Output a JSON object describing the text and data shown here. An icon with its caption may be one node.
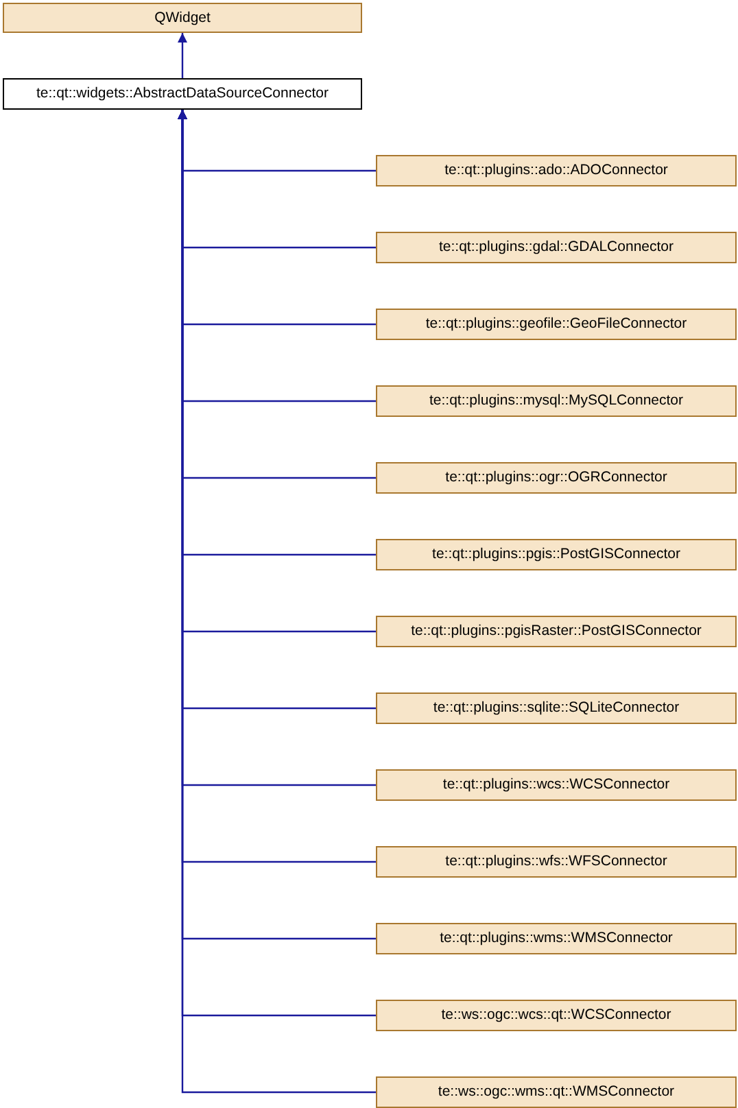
{
  "diagram": {
    "nodes": [
      {
        "text": [
          "QWidget"
        ]
      },
      {
        "text": [
          "te::qt::widgets::AbstractDataSourceConnector"
        ]
      },
      {
        "text": [
          "te::qt::plugins::ado::ADOConnector"
        ]
      },
      {
        "text": [
          "te::qt::plugins::gdal::GDALConnector"
        ]
      },
      {
        "text": [
          "te::qt::plugins::geofile::GeoFileConnector"
        ]
      },
      {
        "text": [
          "te::qt::plugins::mysql::MySQLConnector"
        ]
      },
      {
        "text": [
          "te::qt::plugins::ogr::OGRConnector"
        ]
      },
      {
        "text": [
          "te::qt::plugins::pgis::PostGISConnector"
        ]
      },
      {
        "text": [
          "te::qt::plugins::pgisRaster::PostGISConnector"
        ]
      },
      {
        "text": [
          "te::qt::plugins::sqlite::SQLiteConnector"
        ]
      },
      {
        "text": [
          "te::qt::plugins::wcs::WCSConnector"
        ]
      },
      {
        "text": [
          "te::qt::plugins::wfs::WFSConnector"
        ]
      },
      {
        "text": [
          "te::qt::plugins::wms::WMSConnector"
        ]
      },
      {
        "text": [
          "te::ws::ogc::wcs::qt::WCSConnector"
        ]
      },
      {
        "text": [
          "te::ws::ogc::wms::qt::WMSConnector"
        ]
      }
    ],
    "edges": [
      {
        "from": 1,
        "to": 0,
        "arrow": "to"
      },
      {
        "from": 2,
        "to": 1,
        "arrow": "to"
      },
      {
        "from": 3,
        "to": 1,
        "arrow": "to"
      },
      {
        "from": 4,
        "to": 1,
        "arrow": "to"
      },
      {
        "from": 5,
        "to": 1,
        "arrow": "to"
      },
      {
        "from": 6,
        "to": 1,
        "arrow": "to"
      },
      {
        "from": 7,
        "to": 1,
        "arrow": "to"
      },
      {
        "from": 8,
        "to": 1,
        "arrow": "to"
      },
      {
        "from": 9,
        "to": 1,
        "arrow": "to"
      },
      {
        "from": 10,
        "to": 1,
        "arrow": "to"
      },
      {
        "from": 11,
        "to": 1,
        "arrow": "to"
      },
      {
        "from": 12,
        "to": 1,
        "arrow": "to"
      },
      {
        "from": 13,
        "to": 1,
        "arrow": "to"
      },
      {
        "from": 14,
        "to": 1,
        "arrow": "to"
      }
    ]
  }
}
